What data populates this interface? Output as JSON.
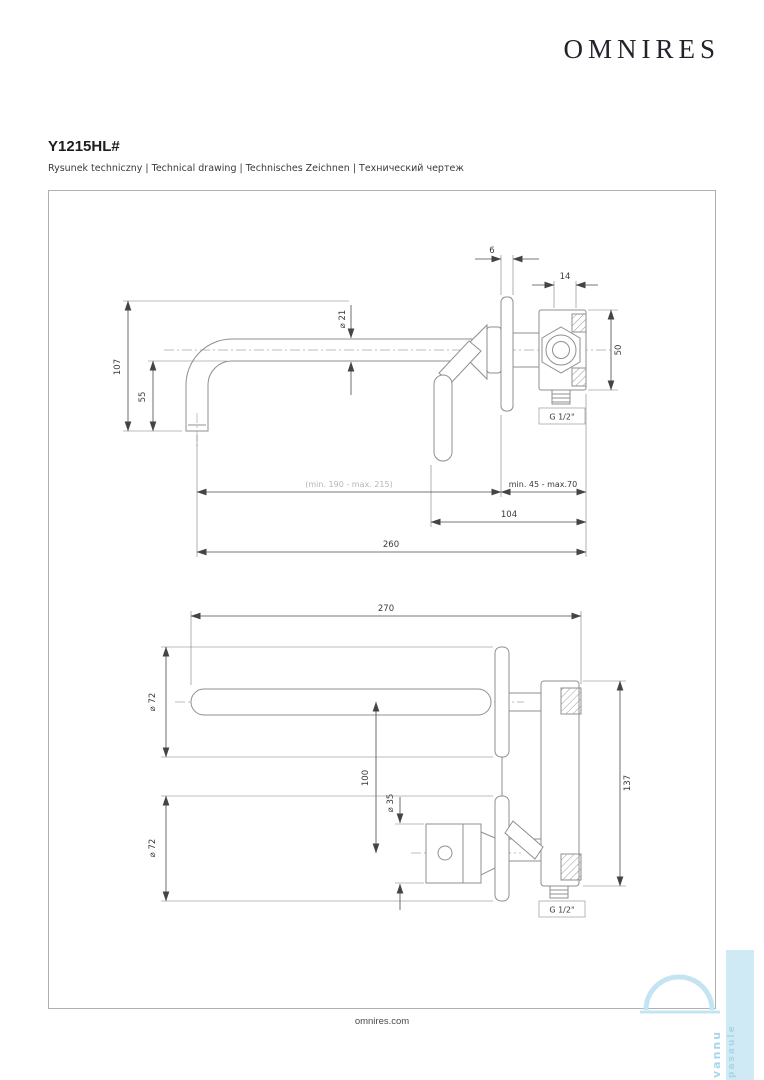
{
  "header": {
    "brand": "OMNIRES"
  },
  "product": {
    "code": "Y1215HL#",
    "subtitle": "Rysunek techniczny | Technical drawing | Technisches Zeichnen | Технический чертеж"
  },
  "drawing": {
    "side_view": {
      "d6": "6",
      "d14": "14",
      "dia21": "⌀ 21",
      "d50": "50",
      "d107": "107",
      "d55": "55",
      "g12": "G 1/2\"",
      "min190": "(min. 190 - max. 215)",
      "min45": "min. 45 - max.70",
      "d104": "104",
      "d260": "260"
    },
    "top_view": {
      "d270": "270",
      "dia72_spout": "⌀ 72",
      "d100": "100",
      "dia35": "⌀ 35",
      "dia72_valve": "⌀ 72",
      "d137": "137",
      "g12": "G 1/2\""
    }
  },
  "footer": {
    "url": "omnires.com"
  },
  "watermark": {
    "word1": "vannu",
    "word2": "pasaule",
    "color": "#bfe2f1"
  },
  "colors": {
    "drawing_lines": "#8f8f8f",
    "dimension_lines": "#4a4a4a",
    "watermark_blue": "#cfe9f5"
  }
}
